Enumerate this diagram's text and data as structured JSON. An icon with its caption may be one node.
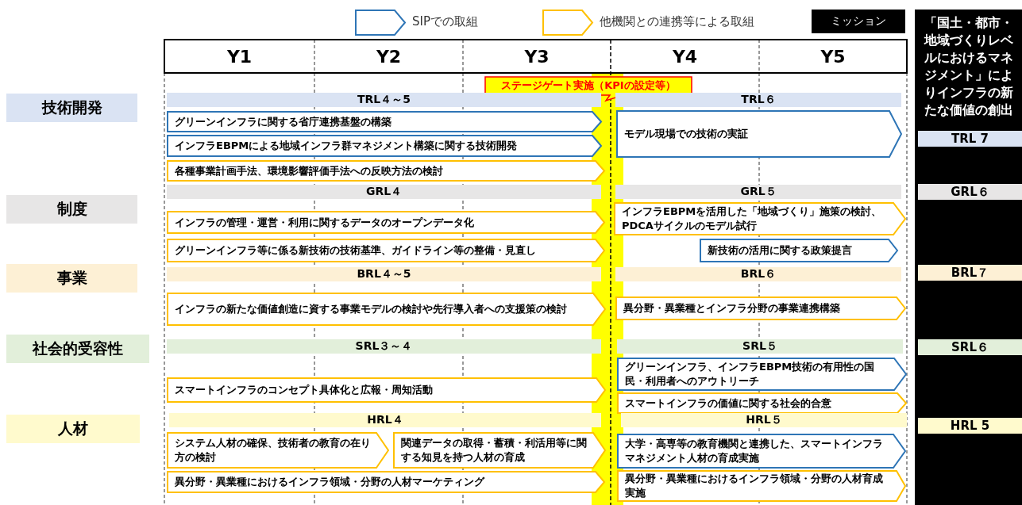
{
  "diagram": {
    "nodes": [
      {
        "text": [
          "ミッション"
        ]
      },
      {
        "text": [
          "「国土・都市・地域づくりレベルにおけるマネジメント」によりインフラの新たな価値の創出"
        ]
      },
      {
        "text": [
          "ステージゲート実施（KPIの設定等）"
        ]
      },
      {
        "text": [
          "技術開発"
        ]
      },
      {
        "text": [
          "TRL４～5"
        ]
      },
      {
        "text": [
          "TRL６"
        ]
      },
      {
        "text": [
          "TRL 7"
        ],
        "in": 1
      },
      {
        "text": [
          "グリーンインフラに関する省庁連携基盤の構築"
        ]
      },
      {
        "text": [
          "モデル現場での技術の実証"
        ]
      },
      {
        "text": [
          "インフラEBPMによる地域インフラ群マネジメント構築に関する技術開発"
        ]
      },
      {
        "text": [
          "各種事業計画手法、環境影響評価手法への反映方法の検討"
        ]
      },
      {
        "text": [
          "制度"
        ]
      },
      {
        "text": [
          "GRL４"
        ]
      },
      {
        "text": [
          "GRL５"
        ]
      },
      {
        "text": [
          "GRL６"
        ],
        "in": 1
      },
      {
        "text": [
          "インフラEBPMを活用した「地域づくり」施策の検討、PDCAサイクルのモデル試行"
        ]
      },
      {
        "text": [
          "インフラの管理・運営・利用に関するデータのオープンデータ化"
        ]
      },
      {
        "text": [
          "グリーンインフラ等に係る新技術の技術基準、ガイドライン等の整備・見直し"
        ]
      },
      {
        "text": [
          "新技術の活用に関する政策提言"
        ]
      },
      {
        "text": [
          "事業"
        ]
      },
      {
        "text": [
          "BRL４～5"
        ]
      },
      {
        "text": [
          "BRL６"
        ]
      },
      {
        "text": [
          "BRL７"
        ],
        "in": 1
      },
      {
        "text": [
          "インフラの新たな価値創造に資する事業モデルの検討や先行導入者への支援策の検討"
        ]
      },
      {
        "text": [
          "異分野・異業種とインフラ分野の事業連携構築"
        ]
      },
      {
        "text": [
          "社会的受容性"
        ]
      },
      {
        "text": [
          "SRL３～４"
        ]
      },
      {
        "text": [
          "SRL５"
        ]
      },
      {
        "text": [
          "SRL６"
        ],
        "in": 1
      },
      {
        "text": [
          "グリーンインフラ、インフラEBPM技術の有用性の国民・利用者へのアウトリーチ"
        ]
      },
      {
        "text": [
          "スマートインフラのコンセプト具体化と広報・周知活動"
        ]
      },
      {
        "text": [
          "スマートインフラの価値に関する社会的合意"
        ]
      },
      {
        "text": [
          "HRL４"
        ]
      },
      {
        "text": [
          "HRL５"
        ]
      },
      {
        "text": [
          "HRL 5"
        ],
        "in": 1
      },
      {
        "text": [
          "人材"
        ]
      },
      {
        "text": [
          "システム人材の確保、技術者の教育の在り方の検討"
        ]
      },
      {
        "text": [
          "関連データの取得・蓄積・利活用等に関する知見を持つ人材の育成"
        ]
      },
      {
        "text": [
          "大学・高専等の教育機関と連携した、スマートインフラマネジメント人材の育成実施"
        ]
      },
      {
        "text": [
          "異分野・異業種におけるインフラ領域・分野の人材マーケティング"
        ]
      },
      {
        "text": [
          "異分野・異業種におけるインフラ領域・分野の人材育成実施"
        ]
      }
    ],
    "labels": [
      "Y1",
      "Y2",
      "Y3",
      "Y4",
      "Y5"
    ],
    "legend": [
      {
        "text": "SIPでの取組"
      },
      {
        "text": "他機関との連携等による取組"
      }
    ]
  }
}
